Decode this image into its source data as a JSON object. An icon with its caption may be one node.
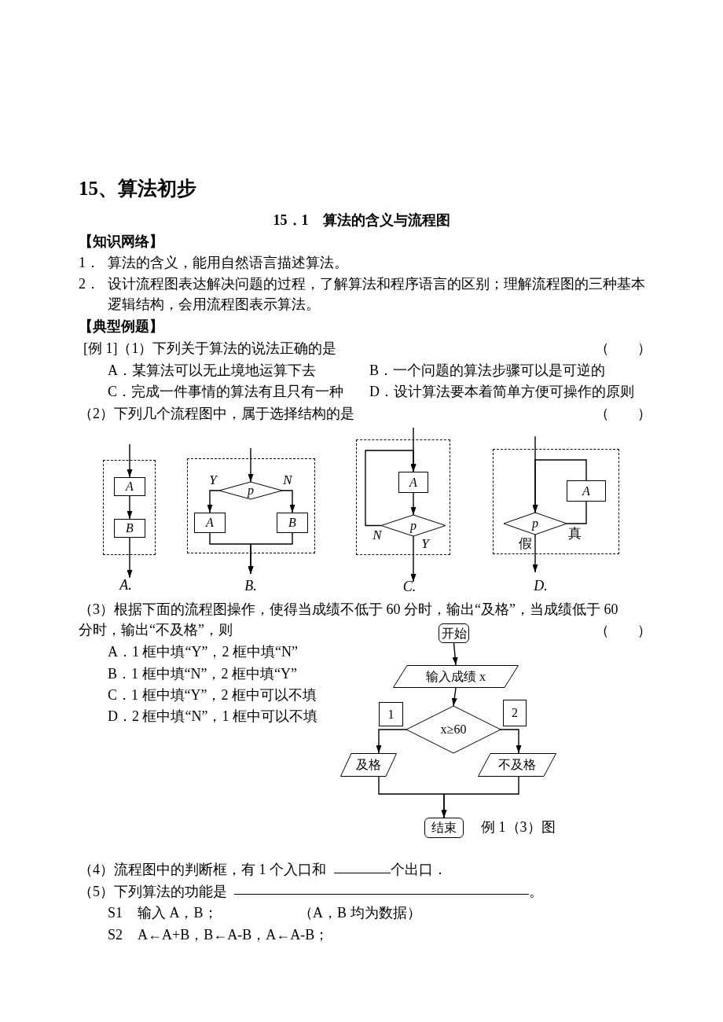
{
  "diagram": {
    "title": "15、算法初步",
    "caption": "15．1　算法的含义与流程图",
    "nodes": [
      {
        "text": [],
        "shape": "box",
        "beside": [
          "A."
        ]
      },
      {
        "text": [
          "A"
        ],
        "in": 0
      },
      {
        "text": [
          "B"
        ],
        "in": 0
      },
      {
        "text": [],
        "shape": "box",
        "beside": [
          "B."
        ]
      },
      {
        "text": [
          "p"
        ],
        "in": 3
      },
      {
        "text": [
          "A"
        ],
        "in": 3
      },
      {
        "text": [
          "B"
        ],
        "in": 3
      },
      {
        "text": [],
        "shape": "box",
        "beside": [
          "C."
        ]
      },
      {
        "text": [
          "A"
        ],
        "in": 7
      },
      {
        "text": [
          "p"
        ],
        "in": 7
      },
      {
        "text": [],
        "shape": "box",
        "beside": [
          "D."
        ]
      },
      {
        "text": [
          "p"
        ],
        "in": 10
      },
      {
        "text": [
          "A"
        ],
        "in": 10
      },
      {
        "text": [
          "开始"
        ]
      },
      {
        "text": [
          "输入成绩 x"
        ]
      },
      {
        "text": [
          "1"
        ]
      },
      {
        "text": [
          "2"
        ]
      },
      {
        "text": [
          "x≥60"
        ]
      },
      {
        "text": [
          "及格"
        ]
      },
      {
        "text": [
          "不及格"
        ]
      },
      {
        "text": [
          "结束"
        ]
      }
    ],
    "edges": [
      {
        "from": null,
        "to": 1,
        "arrow": "to"
      },
      {
        "from": 1,
        "to": 2,
        "arrow": "to"
      },
      {
        "from": 2,
        "to": null,
        "arrow": "to"
      },
      {
        "from": null,
        "to": 4,
        "arrow": "to"
      },
      {
        "from": 4,
        "to": 5,
        "arrow": "to",
        "label": "Y"
      },
      {
        "from": 4,
        "to": 6,
        "arrow": "to",
        "label": "N"
      },
      {
        "from": 5,
        "to": null,
        "arrow": "to"
      },
      {
        "from": 6,
        "to": null,
        "arrow": "to"
      },
      {
        "from": null,
        "to": 8,
        "arrow": "to"
      },
      {
        "from": 8,
        "to": 9,
        "arrow": "to"
      },
      {
        "from": 9,
        "to": 8,
        "arrow": "to",
        "label": "N"
      },
      {
        "from": 9,
        "to": null,
        "arrow": "to",
        "label": "Y"
      },
      {
        "from": null,
        "to": 11,
        "arrow": "to"
      },
      {
        "from": 11,
        "to": 12,
        "arrow": "none",
        "label": "真"
      },
      {
        "from": 12,
        "to": 11,
        "arrow": "to"
      },
      {
        "from": 11,
        "to": null,
        "arrow": "to",
        "label": "假"
      },
      {
        "from": 13,
        "to": 14,
        "arrow": "to"
      },
      {
        "from": 14,
        "to": 17,
        "arrow": "to"
      },
      {
        "from": 17,
        "to": 18,
        "arrow": "to"
      },
      {
        "from": 17,
        "to": 19,
        "arrow": "to"
      },
      {
        "from": 18,
        "to": 20,
        "arrow": "to"
      },
      {
        "from": 19,
        "to": 20,
        "arrow": "to"
      }
    ],
    "labels": [
      "【知识网络】",
      "1．",
      "算法的含义，能用自然语言描述算法。",
      "2．",
      "设计流程图表达解决问题的过程，了解算法和程序语言的区别；理解流程图的三种基本逻辑结构，会用流程图表示算法。",
      "【典型例题】",
      "[例 1]（1）下列关于算法的说法正确的是",
      "（　　）",
      "A．某算法可以无止境地运算下去",
      "B．一个问题的算法步骤可以是可逆的",
      "C．完成一件事情的算法有且只有一种",
      "D．设计算法要本着简单方便可操作的原则",
      "（2）下列几个流程图中，属于选择结构的是",
      "（　　）",
      "（3）根据下面的流程图操作，使得当成绩不低于 60 分时，输出“及格”，当成绩低于 60 分时，输出“不及格”，则",
      "（　　）",
      "A．1 框中填“Y”，2 框中填“N”",
      "B．1 框中填“N”，2 框中填“Y”",
      "C．1 框中填“Y”，2 框中可以不填",
      "D．2 框中填“N”，1 框中可以不填",
      "例 1（3）图",
      "（4）流程图中的判断框，有 1 个入口和",
      "个出口．",
      "（5）下列算法的功能是",
      "。",
      "S1",
      "输入 A，B；",
      "（A，B 均为数据）",
      "S2",
      "A←A+B，B←A-B，A←A-B；"
    ]
  }
}
